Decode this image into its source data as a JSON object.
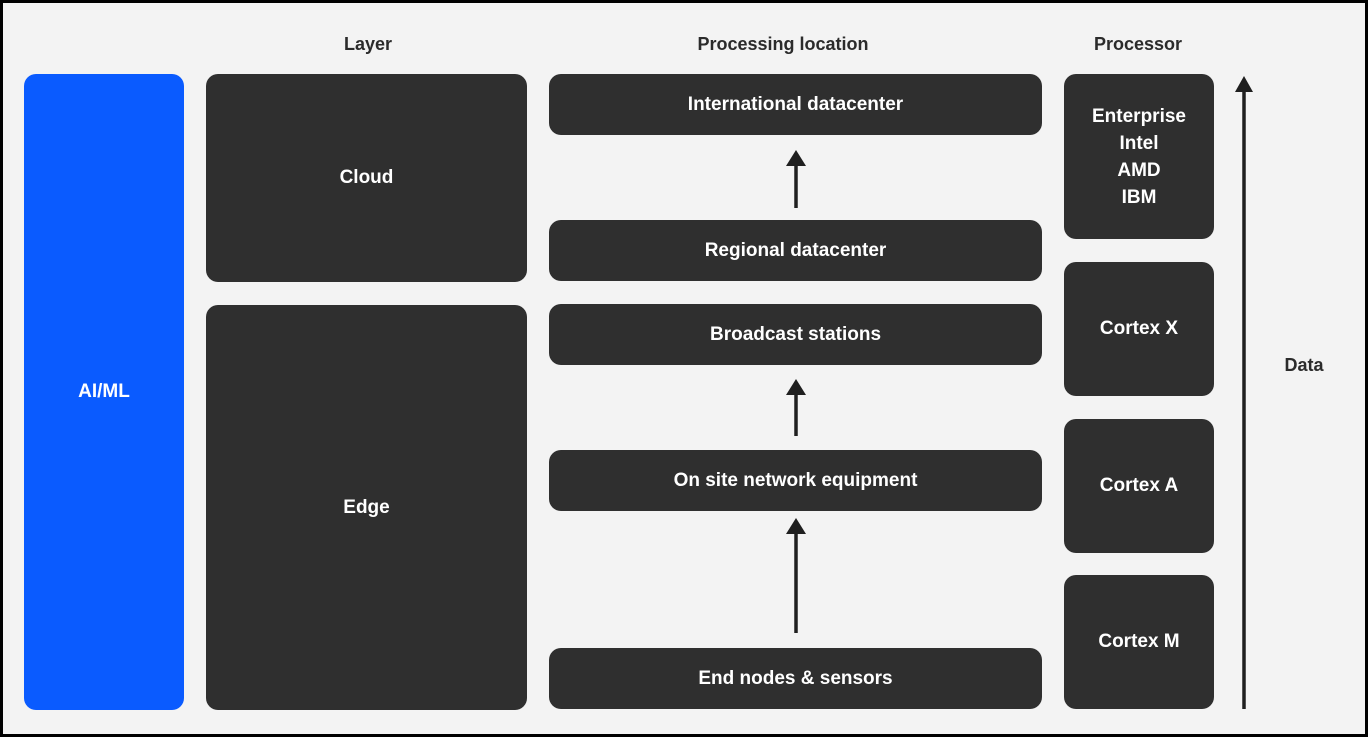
{
  "headers": {
    "layer": "Layer",
    "processing_location": "Processing location",
    "processor": "Processor"
  },
  "sidebar": {
    "label": "AI/ML",
    "color": "#0a5bff"
  },
  "layers": [
    {
      "label": "Cloud"
    },
    {
      "label": "Edge"
    }
  ],
  "locations": [
    {
      "label": "International datacenter"
    },
    {
      "label": "Regional datacenter"
    },
    {
      "label": "Broadcast stations"
    },
    {
      "label": "On site network equipment"
    },
    {
      "label": "End nodes & sensors"
    }
  ],
  "processors": [
    {
      "lines": [
        "Enterprise",
        "Intel",
        "AMD",
        "IBM"
      ]
    },
    {
      "lines": [
        "Cortex X"
      ]
    },
    {
      "lines": [
        "Cortex A"
      ]
    },
    {
      "lines": [
        "Cortex M"
      ]
    }
  ],
  "data_axis": {
    "label": "Data"
  },
  "colors": {
    "box": "#2f2f2f",
    "background": "#f3f3f3",
    "text_dark": "#2b2b2b"
  }
}
